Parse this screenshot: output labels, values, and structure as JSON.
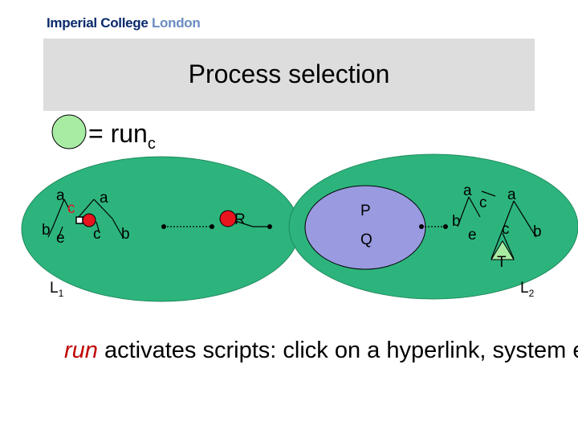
{
  "logo": {
    "part1": "Imperial College",
    "part2": "London"
  },
  "title": "Process selection",
  "legend": {
    "prefix": "= run",
    "subscript": "c"
  },
  "left_domain": {
    "labels": {
      "a_left": "a",
      "c_red": "c",
      "a_right": "a",
      "b_far": "b",
      "e": "e",
      "c": "c",
      "b": "b",
      "R": "R"
    },
    "name": "L",
    "name_sub": "1"
  },
  "middle_domain": {
    "P": "P",
    "Q": "Q"
  },
  "right_domain": {
    "labels": {
      "a1": "a",
      "c1": "c",
      "a2": "a",
      "b1": "b",
      "e": "e",
      "c2": "c",
      "b2": "b",
      "T": "T"
    },
    "name": "L",
    "name_sub": "2"
  },
  "caption": {
    "emphasis": "run",
    "rest": " activates scripts: click on a hyperlink, system ev"
  },
  "colors": {
    "green": "#2db47d",
    "green_dark": "#1e8a5c",
    "lavender": "#9a9ae0",
    "lightgreen": "#a8eca4",
    "red": "#e8141e"
  }
}
